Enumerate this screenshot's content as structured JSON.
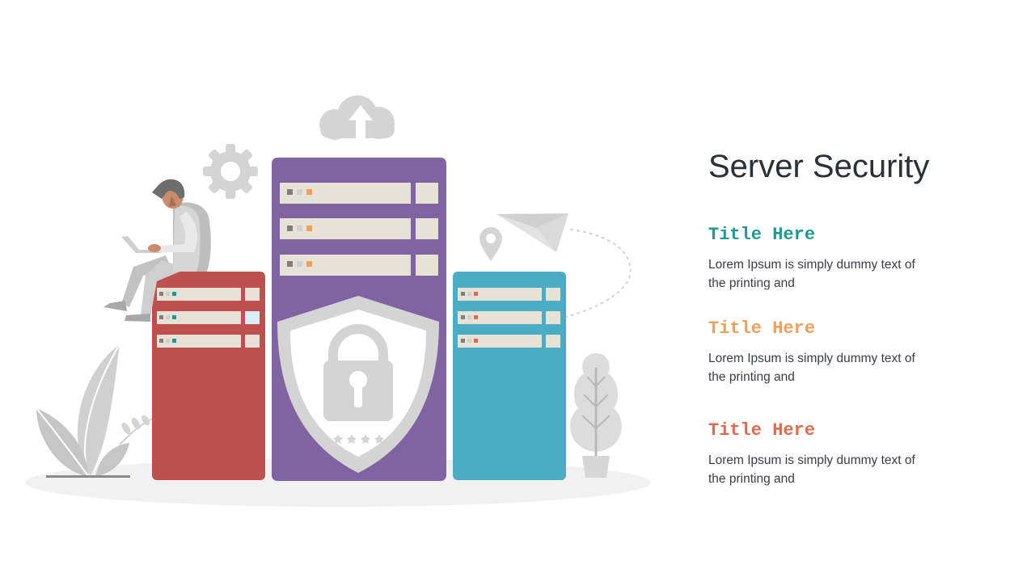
{
  "slide": {
    "title": "Server Security",
    "items": [
      {
        "title": "Title Here",
        "body": "Lorem Ipsum is simply dummy text of the printing and",
        "color": "#1f9a8e"
      },
      {
        "title": "Title Here",
        "body": "Lorem Ipsum is simply dummy text of the printing and",
        "color": "#f0a05a"
      },
      {
        "title": "Title Here",
        "body": "Lorem Ipsum is simply dummy text of the printing and",
        "color": "#e06a4e"
      }
    ]
  },
  "illustration": {
    "icons": [
      "cloud-upload-icon",
      "gear-icon",
      "location-pin-icon",
      "paper-plane-icon",
      "shield-lock-icon",
      "person-with-laptop",
      "plant-icon",
      "tree-pot-icon"
    ],
    "colors": {
      "server_left": "#c0504d",
      "server_center": "#8064a2",
      "server_right": "#4bacc6",
      "drive_bay": "#e6e2d5",
      "icon_gray": "#d4d4d4",
      "ground": "#f1f1f1"
    }
  }
}
